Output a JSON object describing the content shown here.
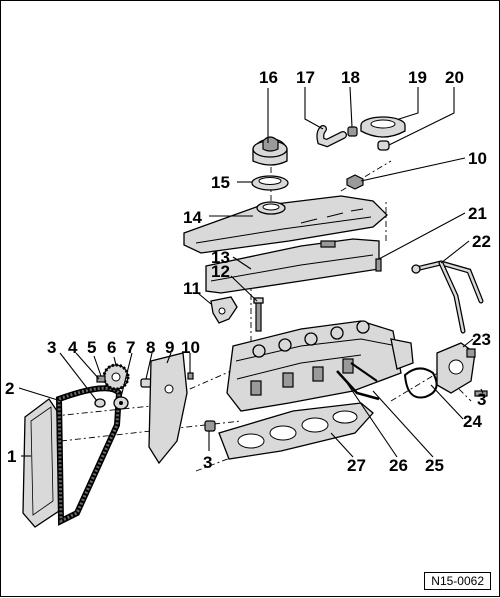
{
  "diagram": {
    "reference_code": "N15-0062",
    "callouts": [
      {
        "id": "c1",
        "label": "1"
      },
      {
        "id": "c2",
        "label": "2"
      },
      {
        "id": "c3a",
        "label": "3"
      },
      {
        "id": "c4",
        "label": "4"
      },
      {
        "id": "c5",
        "label": "5"
      },
      {
        "id": "c6",
        "label": "6"
      },
      {
        "id": "c7",
        "label": "7"
      },
      {
        "id": "c8",
        "label": "8"
      },
      {
        "id": "c9",
        "label": "9"
      },
      {
        "id": "c10a",
        "label": "10"
      },
      {
        "id": "c11",
        "label": "11"
      },
      {
        "id": "c12",
        "label": "12"
      },
      {
        "id": "c13",
        "label": "13"
      },
      {
        "id": "c14",
        "label": "14"
      },
      {
        "id": "c15",
        "label": "15"
      },
      {
        "id": "c16",
        "label": "16"
      },
      {
        "id": "c17",
        "label": "17"
      },
      {
        "id": "c18",
        "label": "18"
      },
      {
        "id": "c19",
        "label": "19"
      },
      {
        "id": "c20",
        "label": "20"
      },
      {
        "id": "c10b",
        "label": "10"
      },
      {
        "id": "c21",
        "label": "21"
      },
      {
        "id": "c22",
        "label": "22"
      },
      {
        "id": "c23",
        "label": "23"
      },
      {
        "id": "c3b",
        "label": "3"
      },
      {
        "id": "c24",
        "label": "24"
      },
      {
        "id": "c3c",
        "label": "3"
      },
      {
        "id": "c27",
        "label": "27"
      },
      {
        "id": "c26",
        "label": "26"
      },
      {
        "id": "c25",
        "label": "25"
      }
    ]
  }
}
